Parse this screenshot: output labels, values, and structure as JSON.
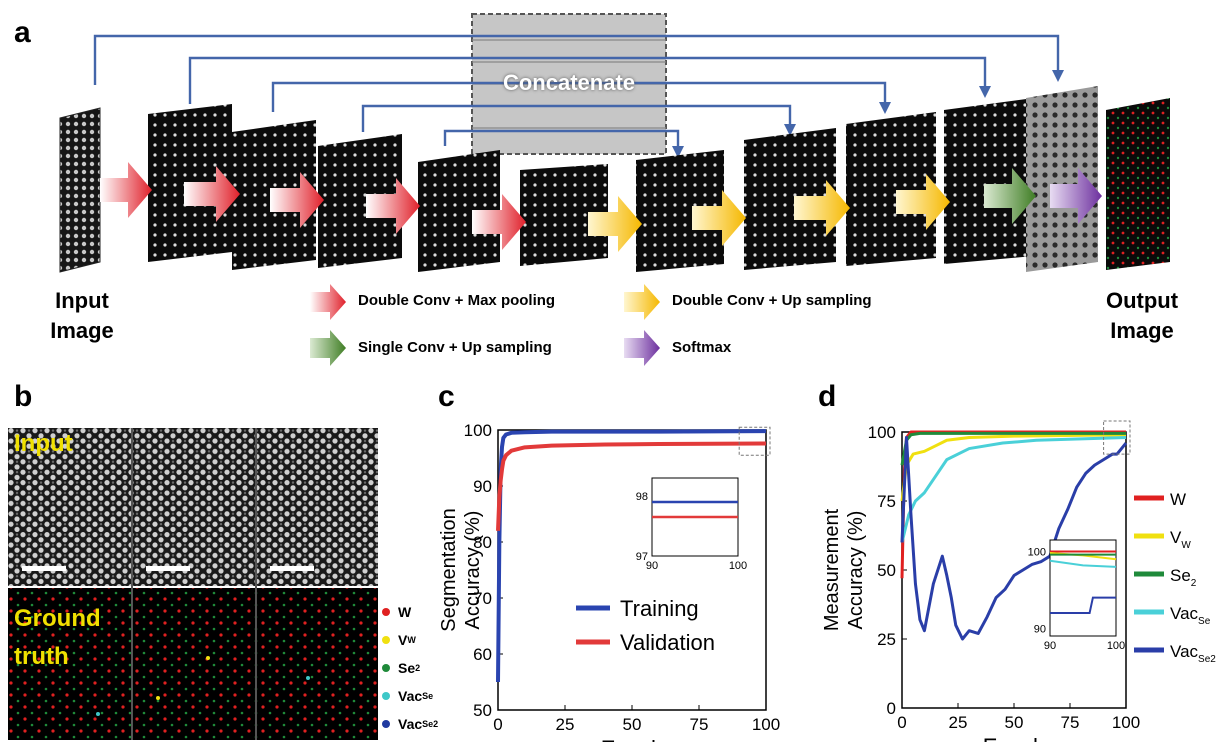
{
  "panel_a": {
    "letter": "a",
    "concatenate": "Concatenate",
    "input_label": [
      "Input",
      "Image"
    ],
    "output_label": [
      "Output",
      "Image"
    ],
    "legend": [
      {
        "label": "Double Conv + Max pooling",
        "color": "#e0202a"
      },
      {
        "label": "Double Conv + Up sampling",
        "color": "#f5b800"
      },
      {
        "label": "Single Conv + Up sampling",
        "color": "#4b8a2e"
      },
      {
        "label": "Softmax",
        "color": "#7b3fa8"
      }
    ]
  },
  "panel_b": {
    "letter": "b",
    "top_label": "Input",
    "bottom_label": [
      "Ground",
      "truth"
    ],
    "legend": [
      {
        "label": "W",
        "sub": "",
        "color": "#e02020"
      },
      {
        "label": "V",
        "sub": "W",
        "color": "#f0e010"
      },
      {
        "label": "Se",
        "sub": "2",
        "color": "#1f8a3a"
      },
      {
        "label": "Vac",
        "sub": "Se",
        "color": "#3ec8c8"
      },
      {
        "label": "Vac",
        "sub": "Se2",
        "color": "#203aa0"
      }
    ]
  },
  "panel_c": {
    "letter": "c",
    "chart_data": {
      "type": "line",
      "xlabel": "Epoch",
      "ylabel": [
        "Segmentation",
        "Accuracy (%)"
      ],
      "xlim": [
        0,
        100
      ],
      "ylim": [
        50,
        100
      ],
      "xticks": [
        "0",
        "25",
        "50",
        "75",
        "100"
      ],
      "yticks": [
        "50",
        "60",
        "70",
        "80",
        "90",
        "100"
      ],
      "series": [
        {
          "name": "Training",
          "color": "#2a44b0",
          "x": [
            0,
            0.5,
            1,
            1.5,
            2,
            3,
            5,
            10,
            20,
            40,
            60,
            80,
            100
          ],
          "y": [
            55,
            80,
            93,
            97,
            98.6,
            99.2,
            99.5,
            99.6,
            99.7,
            99.7,
            99.7,
            99.75,
            99.8
          ]
        },
        {
          "name": "Validation",
          "color": "#e23a3a",
          "x": [
            0,
            0.5,
            1,
            1.5,
            2,
            3,
            5,
            10,
            20,
            40,
            60,
            80,
            100
          ],
          "y": [
            82,
            88,
            91,
            93,
            94.5,
            95.5,
            96.3,
            96.9,
            97.2,
            97.4,
            97.5,
            97.55,
            97.6
          ]
        }
      ],
      "legend_position": "bottom-right",
      "inset": {
        "xlim": [
          90,
          100
        ],
        "ylim": [
          97,
          98.3
        ],
        "xticks": [
          "90",
          "100"
        ],
        "yticks": [
          "97",
          "98"
        ],
        "training": 97.9,
        "validation": 97.65
      }
    }
  },
  "panel_d": {
    "letter": "d",
    "chart_data": {
      "type": "line",
      "xlabel": "Epoch",
      "ylabel": [
        "Measurement",
        "Accuracy (%)"
      ],
      "xlim": [
        0,
        100
      ],
      "ylim": [
        0,
        100
      ],
      "xticks": [
        "0",
        "25",
        "50",
        "75",
        "100"
      ],
      "yticks": [
        "0",
        "25",
        "50",
        "75",
        "100"
      ],
      "series": [
        {
          "name": "W",
          "sub": "",
          "color": "#e02020",
          "x": [
            0,
            1,
            2,
            4,
            10,
            100
          ],
          "y": [
            47,
            85,
            98,
            100,
            100,
            100
          ]
        },
        {
          "name": "V",
          "sub": "W",
          "color": "#f0e010",
          "x": [
            0,
            2,
            5,
            10,
            15,
            20,
            30,
            50,
            100
          ],
          "y": [
            75,
            88,
            92,
            93,
            95,
            97,
            98,
            98.5,
            99
          ]
        },
        {
          "name": "Se",
          "sub": "2",
          "color": "#1f8a3a",
          "x": [
            0,
            2,
            4,
            8,
            100
          ],
          "y": [
            88,
            97,
            99,
            99.5,
            99.5
          ]
        },
        {
          "name": "Vac",
          "sub": "Se",
          "color": "#4ad0d8",
          "x": [
            0,
            3,
            6,
            10,
            15,
            20,
            30,
            45,
            60,
            80,
            100
          ],
          "y": [
            60,
            70,
            75,
            78,
            84,
            90,
            94,
            96,
            97,
            97.5,
            98
          ]
        },
        {
          "name": "Vac",
          "sub": "Se2",
          "color": "#2a3ea8",
          "x": [
            0,
            2,
            4,
            6,
            8,
            10,
            14,
            18,
            20,
            22,
            24,
            27,
            30,
            34,
            38,
            42,
            46,
            50,
            54,
            58,
            62,
            66,
            70,
            74,
            78,
            82,
            86,
            90,
            94,
            96,
            100
          ],
          "y": [
            60,
            98,
            70,
            45,
            32,
            28,
            45,
            55,
            48,
            40,
            30,
            25,
            28,
            27,
            33,
            40,
            43,
            48,
            50,
            52,
            53,
            55,
            65,
            72,
            80,
            85,
            88,
            90,
            92,
            92,
            96
          ]
        }
      ],
      "legend_position": "right",
      "inset": {
        "xlim": [
          90,
          100
        ],
        "ylim": [
          89,
          101.5
        ],
        "xticks": [
          "90",
          "100"
        ],
        "yticks": [
          "90",
          "100"
        ]
      }
    }
  }
}
